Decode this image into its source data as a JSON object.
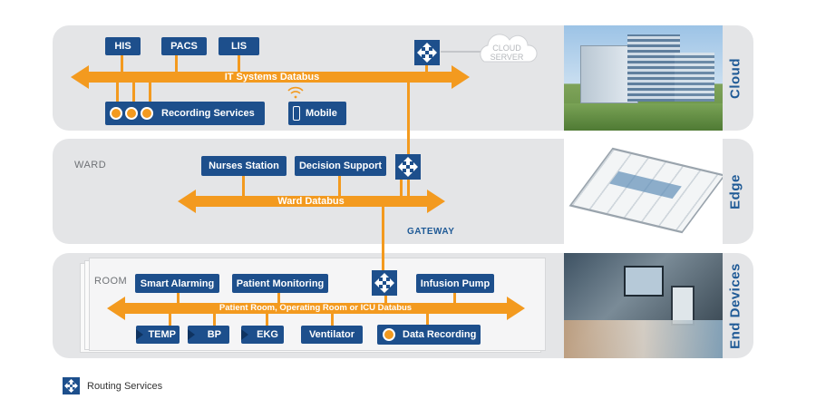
{
  "colors": {
    "band": "#e4e5e7",
    "box": "#1d4f8c",
    "bus": "#f39a1f",
    "tier_text": "#1f5a96"
  },
  "cloud": {
    "tier_label": "Cloud",
    "bus_label": "IT Systems Databus",
    "systems": [
      "HIS",
      "PACS",
      "LIS"
    ],
    "recording_label": "Recording Services",
    "mobile_label": "Mobile",
    "cloud_server_label_1": "CLOUD",
    "cloud_server_label_2": "SERVER"
  },
  "edge": {
    "tier_label": "Edge",
    "ward_label": "WARD",
    "nurses_station": "Nurses Station",
    "decision_support": "Decision Support",
    "bus_label": "Ward Databus",
    "gateway_label": "GATEWAY"
  },
  "devices": {
    "tier_label": "End Devices",
    "room_label": "ROOM",
    "smart_alarming": "Smart Alarming",
    "patient_monitoring": "Patient Monitoring",
    "infusion_pump": "Infusion Pump",
    "bus_label": "Patient Room, Operating Room or ICU Databus",
    "temp": "TEMP",
    "bp": "BP",
    "ekg": "EKG",
    "ventilator": "Ventilator",
    "data_recording": "Data Recording"
  },
  "legend": {
    "label": "Routing Services",
    "icon": "routing-services-icon"
  }
}
